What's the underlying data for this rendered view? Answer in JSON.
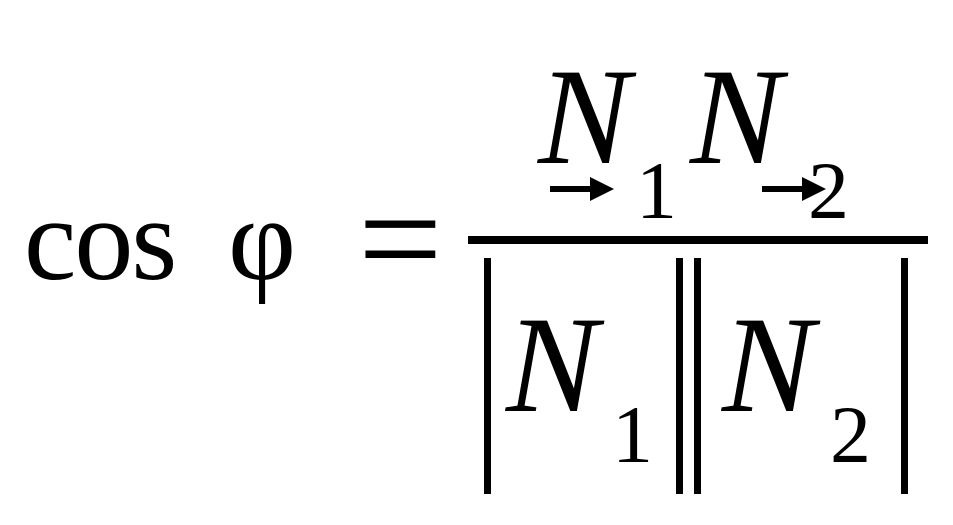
{
  "formula": {
    "function": "cos",
    "angle": "φ",
    "equals": "=",
    "numerator": {
      "factor1": {
        "symbol": "N",
        "subscript": "1",
        "vector_arrow": true
      },
      "factor2": {
        "symbol": "N",
        "subscript": "2",
        "vector_arrow": true
      }
    },
    "denominator": {
      "factor1": {
        "symbol": "N",
        "subscript": "1",
        "absolute_value": true
      },
      "factor2": {
        "symbol": "N",
        "subscript": "2",
        "absolute_value": true
      }
    }
  },
  "colors": {
    "text": "#000000",
    "background": "#ffffff"
  }
}
